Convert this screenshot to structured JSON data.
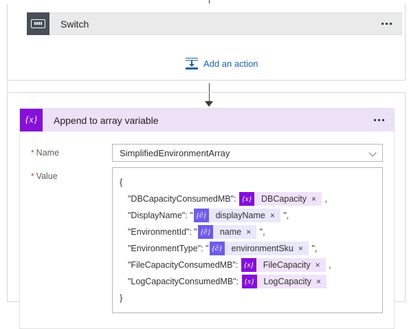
{
  "flow": {
    "switch_card": {
      "title": "Switch",
      "icon": "switch-icon",
      "menu_label": "…"
    },
    "add_action": {
      "label": "Add an action",
      "icon": "add-action-icon"
    },
    "append_card": {
      "title": "Append to array variable",
      "icon": "variable-icon",
      "icon_glyph": "{x}",
      "menu_label": "…",
      "fields": {
        "name": {
          "label": "Name",
          "required_marker": "*",
          "value": "SimplifiedEnvironmentArray",
          "chevron": "chevron-down-icon"
        },
        "value": {
          "label": "Value",
          "required_marker": "*",
          "lines": [
            {
              "indent": false,
              "prefix": "{",
              "token": null,
              "suffix": ""
            },
            {
              "indent": true,
              "prefix": "\"DBCapacityConsumedMB\": ",
              "token": {
                "type": "variable",
                "badge": "{x}",
                "text": "DBCapacity",
                "remove": "×"
              },
              "suffix": " ,"
            },
            {
              "indent": true,
              "prefix": "\"DisplayName\": \"",
              "token": {
                "type": "expression",
                "badge": "{∂}",
                "text": "displayName",
                "remove": "×"
              },
              "suffix": " \","
            },
            {
              "indent": true,
              "prefix": "\"EnvironmentId\": \"",
              "token": {
                "type": "expression",
                "badge": "{∂}",
                "text": "name",
                "remove": "×"
              },
              "suffix": " \","
            },
            {
              "indent": true,
              "prefix": "\"EnvironmentType\": \"",
              "token": {
                "type": "expression",
                "badge": "{∂}",
                "text": "environmentSku",
                "remove": "×"
              },
              "suffix": " \","
            },
            {
              "indent": true,
              "prefix": "\"FileCapacityConsumedMB\": ",
              "token": {
                "type": "variable",
                "badge": "{x}",
                "text": "FileCapacity",
                "remove": "×"
              },
              "suffix": " ,"
            },
            {
              "indent": true,
              "prefix": "\"LogCapacityConsumedMB\": ",
              "token": {
                "type": "variable",
                "badge": "{x}",
                "text": "LogCapacity",
                "remove": "×"
              },
              "suffix": ""
            },
            {
              "indent": false,
              "prefix": "}",
              "token": null,
              "suffix": ""
            }
          ]
        }
      }
    },
    "colors": {
      "variable_purple": "#8510d8",
      "variable_pill": "#f0e2fb",
      "expression_violet": "#6d5ce8",
      "expression_pill": "#e9e7fb",
      "header_purple_tint": "#ece1f7",
      "switch_gray": "#eaeaea",
      "switch_icon_gray": "#484f58",
      "link_blue": "#1f61a8",
      "required_red": "#d13438"
    }
  }
}
